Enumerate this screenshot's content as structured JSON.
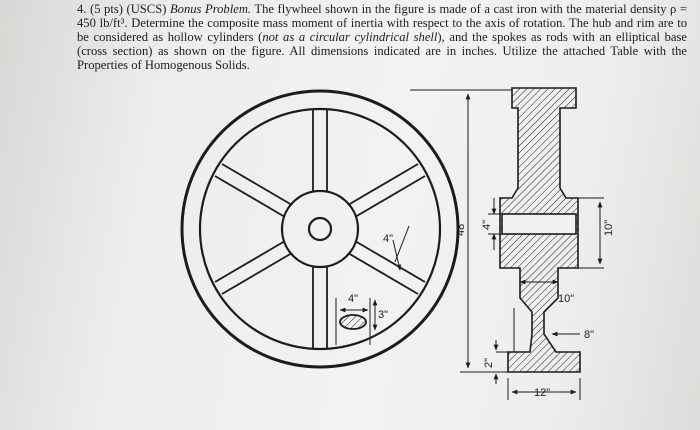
{
  "problem": {
    "number": "4.",
    "points": "(5 pts) (USCS)",
    "title": "Bonus Problem.",
    "text_1": "The flywheel shown in the figure is made of a cast iron with the material density ρ = 450 lb/ft³. Determine the composite mass moment of inertia with respect to the axis of rotation. The hub and rim are to be considered as hollow cylinders (",
    "emphasis": "not as a circular cylindrical shell",
    "text_2": "), and the spokes as rods with an elliptical base (cross section) as shown on the figure. All dimensions indicated are in inches. Utilize the attached Table with the Properties of Homogenous Solids."
  },
  "dimensions": {
    "outer_diameter": "48\"",
    "hub_width": "4\"",
    "hub_bore": "10\"",
    "rim_width": "10\"",
    "rim_height": "8\"",
    "rim_thickness": "2\"",
    "rim_base": "12\"",
    "spoke_width_a": "4\"",
    "spoke_width_b": "4\"",
    "spoke_height": "3\""
  },
  "colors": {
    "ink": "#1e1c1a",
    "paper": "#f0efed"
  }
}
